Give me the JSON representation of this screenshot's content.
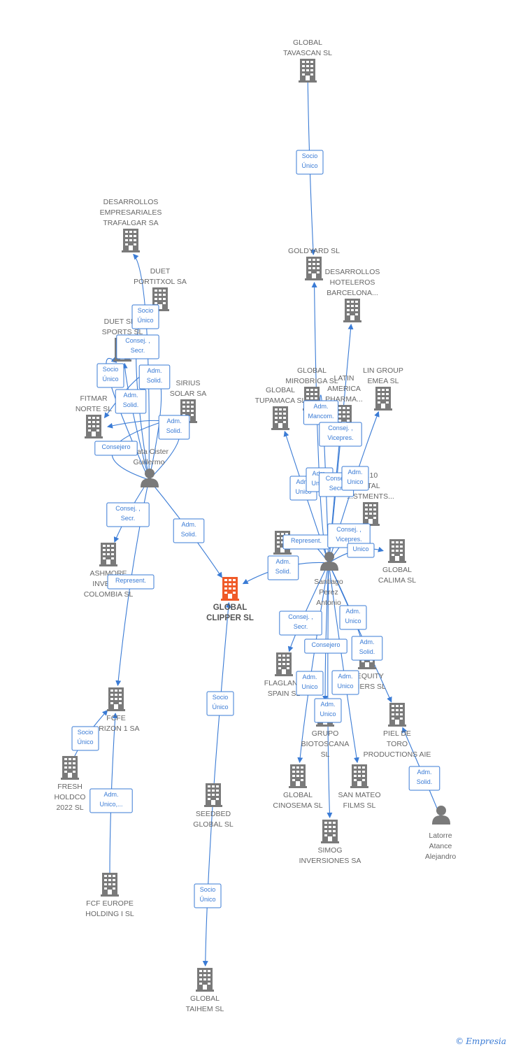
{
  "brand": {
    "copyright_symbol": "©",
    "name": "Empresia"
  },
  "colors": {
    "edge": "#3a7bd5",
    "node": "#7a7a7a",
    "main_node": "#f05a28"
  },
  "nodes": [
    {
      "id": "tavascan",
      "type": "company",
      "lines": [
        "GLOBAL",
        "TAVASCAN  SL"
      ]
    },
    {
      "id": "goldyard",
      "type": "company",
      "lines": [
        "GOLDYARD SL"
      ]
    },
    {
      "id": "trafalgar",
      "type": "company",
      "lines": [
        "DESARROLLOS",
        "EMPRESARIALES",
        "TRAFALGAR SA"
      ]
    },
    {
      "id": "portitxol",
      "type": "company",
      "lines": [
        "DUET",
        "PORTITXOL SA"
      ]
    },
    {
      "id": "duetsports",
      "type": "company",
      "lines": [
        "DUET SP...",
        "SPORTS SL"
      ]
    },
    {
      "id": "hoteleros",
      "type": "company",
      "lines": [
        "DESARROLLOS",
        "HOTELEROS",
        "BARCELONA..."
      ]
    },
    {
      "id": "fitmar",
      "type": "company",
      "lines": [
        "FITMAR",
        "NORTE SL"
      ]
    },
    {
      "id": "sirius",
      "type": "company",
      "lines": [
        "SIRIUS",
        "SOLAR SA"
      ]
    },
    {
      "id": "mirobriga",
      "type": "company",
      "lines": [
        "GLOBAL",
        "MIROBRIGA SL"
      ]
    },
    {
      "id": "latin",
      "type": "company",
      "lines": [
        "LATIN",
        "AMERICA",
        "PHARMA..."
      ]
    },
    {
      "id": "lingroup",
      "type": "company",
      "lines": [
        "LIN GROUP",
        "EMEA  SL"
      ]
    },
    {
      "id": "tupamaca",
      "type": "company",
      "lines": [
        "GLOBAL",
        "TUPAMACA SL"
      ]
    },
    {
      "id": "guillermo",
      "type": "person",
      "lines": [
        "...lata Cister",
        "Guillermo"
      ]
    },
    {
      "id": "investments",
      "type": "company",
      "lines": [
        "...10",
        "...TAL",
        "...STMENTS..."
      ]
    },
    {
      "id": "ashmore",
      "type": "company",
      "lines": [
        "ASHMORE",
        "INVEST...",
        "COLOMBIA SL"
      ]
    },
    {
      "id": "clipper",
      "type": "main",
      "lines": [
        "GLOBAL",
        "CLIPPER  SL"
      ]
    },
    {
      "id": "cm",
      "type": "company",
      "lines": [
        "CM...S",
        "ES...SL"
      ]
    },
    {
      "id": "calima",
      "type": "company",
      "lines": [
        "GLOBAL",
        "CALIMA SL"
      ]
    },
    {
      "id": "santiago",
      "type": "person",
      "lines": [
        "Santiago",
        "Perez",
        "Antonio"
      ]
    },
    {
      "id": "flaglan",
      "type": "company",
      "lines": [
        "FLAGLAN...",
        "SPAIN SL"
      ]
    },
    {
      "id": "equity",
      "type": "company",
      "lines": [
        "...EQUITY",
        "...NERS  SL"
      ]
    },
    {
      "id": "fcfe",
      "type": "company",
      "lines": [
        "FCFE",
        "...RIZON 1 SA"
      ]
    },
    {
      "id": "fresh",
      "type": "company",
      "lines": [
        "FRESH",
        "HOLDCO",
        "2022  SL"
      ]
    },
    {
      "id": "biotoscana",
      "type": "company",
      "lines": [
        "GRUPO",
        "BIOTOSCANA",
        "SL"
      ]
    },
    {
      "id": "pieltoro",
      "type": "company",
      "lines": [
        "PIEL DE",
        "TORO",
        "PRODUCTIONS AIE"
      ]
    },
    {
      "id": "seedbed",
      "type": "company",
      "lines": [
        "SEEDBED",
        "GLOBAL  SL"
      ]
    },
    {
      "id": "cinosema",
      "type": "company",
      "lines": [
        "GLOBAL",
        "CINOSEMA SL"
      ]
    },
    {
      "id": "sanmateo",
      "type": "company",
      "lines": [
        "SAN MATEO",
        "FILMS SL"
      ]
    },
    {
      "id": "latorre",
      "type": "person",
      "lines": [
        "Latorre",
        "Atance",
        "Alejandro"
      ]
    },
    {
      "id": "simog",
      "type": "company",
      "lines": [
        "SIMOG",
        "INVERSIONES SA"
      ]
    },
    {
      "id": "fcfeurope",
      "type": "company",
      "lines": [
        "FCF EUROPE",
        "HOLDING I  SL"
      ]
    },
    {
      "id": "taihem",
      "type": "company",
      "lines": [
        "GLOBAL",
        "TAIHEM SL"
      ]
    }
  ],
  "edges": [
    {
      "from": "tavascan",
      "to": "goldyard",
      "lines": [
        "Socio",
        "Único"
      ]
    },
    {
      "from": "guillermo",
      "to": "trafalgar",
      "lines": [
        "Socio",
        "Único"
      ]
    },
    {
      "from": "guillermo",
      "to": "portitxol",
      "lines": [
        "Consej. ,",
        "Secr."
      ]
    },
    {
      "from": "guillermo",
      "to": "duetsports",
      "lines": [
        "Socio",
        "Único"
      ]
    },
    {
      "from": "guillermo",
      "to": "duetsports",
      "lines": [
        "Adm.",
        "Solid."
      ]
    },
    {
      "from": "guillermo",
      "to": "fitmar",
      "lines": [
        "Adm.",
        "Solid."
      ]
    },
    {
      "from": "guillermo",
      "to": "sirius",
      "lines": [
        "Consejero"
      ]
    },
    {
      "from": "guillermo",
      "to": "fitmar",
      "lines": [
        "Adm.",
        "Solid."
      ]
    },
    {
      "from": "guillermo",
      "to": "ashmore",
      "lines": [
        "Consej. ,",
        "Secr."
      ]
    },
    {
      "from": "guillermo",
      "to": "clipper",
      "lines": [
        "Adm.",
        "Solid."
      ]
    },
    {
      "from": "guillermo",
      "to": "fcfe",
      "lines": [
        "Represent."
      ]
    },
    {
      "from": "fcfeurope",
      "to": "fcfe",
      "lines": [
        "Adm.",
        "Unico,..."
      ]
    },
    {
      "from": "fresh",
      "to": "fcfe",
      "lines": [
        "Socio",
        "Único"
      ]
    },
    {
      "from": "seedbed",
      "to": "clipper",
      "lines": [
        "Socio",
        "Único"
      ]
    },
    {
      "from": "seedbed",
      "to": "taihem",
      "lines": [
        "Socio",
        "Único"
      ]
    },
    {
      "from": "santiago",
      "to": "mirobriga",
      "lines": [
        "Adm.",
        "Mancom."
      ]
    },
    {
      "from": "santiago",
      "to": "latin",
      "lines": [
        "Consej. ,",
        "Vicepres."
      ]
    },
    {
      "from": "santiago",
      "to": "tupamaca",
      "lines": [
        "Adm.",
        "Unico"
      ]
    },
    {
      "from": "santiago",
      "to": "goldyard",
      "lines": [
        "Adm.",
        "Unico"
      ]
    },
    {
      "from": "santiago",
      "to": "hoteleros",
      "lines": [
        "Consej.",
        "Secr."
      ]
    },
    {
      "from": "santiago",
      "to": "lingroup",
      "lines": [
        "Adm.",
        "Unico"
      ]
    },
    {
      "from": "santiago",
      "to": "cm",
      "lines": [
        "Represent."
      ]
    },
    {
      "from": "santiago",
      "to": "investments",
      "lines": [
        "Consej. ,",
        "Vicepres."
      ]
    },
    {
      "from": "santiago",
      "to": "calima",
      "lines": [
        "Unico"
      ]
    },
    {
      "from": "santiago",
      "to": "clipper",
      "lines": [
        "Adm.",
        "Solid."
      ]
    },
    {
      "from": "santiago",
      "to": "flaglan",
      "lines": [
        "Consej. ,",
        "Secr."
      ]
    },
    {
      "from": "santiago",
      "to": "equity",
      "lines": [
        "Adm.",
        "Unico"
      ]
    },
    {
      "from": "santiago",
      "to": "biotoscana",
      "lines": [
        "Consejero"
      ]
    },
    {
      "from": "santiago",
      "to": "pieltoro",
      "lines": [
        "Adm.",
        "Solid."
      ]
    },
    {
      "from": "santiago",
      "to": "cinosema",
      "lines": [
        "Adm.",
        "Unico"
      ]
    },
    {
      "from": "santiago",
      "to": "sanmateo",
      "lines": [
        "Adm.",
        "Unico"
      ]
    },
    {
      "from": "santiago",
      "to": "simog",
      "lines": [
        "Adm.",
        "Unico"
      ]
    },
    {
      "from": "latorre",
      "to": "pieltoro",
      "lines": [
        "Adm.",
        "Solid."
      ]
    }
  ]
}
